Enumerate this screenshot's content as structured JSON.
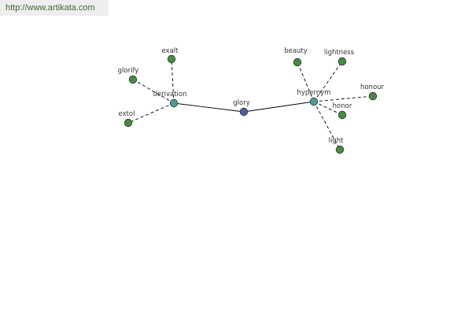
{
  "site": {
    "url": "http://www.artikata.com"
  },
  "colors": {
    "center": "#4a5fa8",
    "relation": "#4f9a99",
    "word": "#4a8a44",
    "node_stroke": "#2a3a2a",
    "edge": "#000000",
    "url_text": "#446633",
    "url_bg": "#eeeeee"
  },
  "graph": {
    "nodes": [
      {
        "id": "glory",
        "label": "glory",
        "kind": "center"
      },
      {
        "id": "derivation",
        "label": "derivation",
        "kind": "relation"
      },
      {
        "id": "hypernym",
        "label": "hypernym",
        "kind": "relation"
      },
      {
        "id": "exalt",
        "label": "exalt",
        "kind": "word"
      },
      {
        "id": "glorify",
        "label": "glorify",
        "kind": "word"
      },
      {
        "id": "extol",
        "label": "extol",
        "kind": "word"
      },
      {
        "id": "beauty",
        "label": "beauty",
        "kind": "word"
      },
      {
        "id": "lightness",
        "label": "lightness",
        "kind": "word"
      },
      {
        "id": "honour",
        "label": "honour",
        "kind": "word"
      },
      {
        "id": "honor",
        "label": "honor",
        "kind": "word"
      },
      {
        "id": "light",
        "label": "light",
        "kind": "word"
      }
    ],
    "edges": [
      {
        "from": "glory",
        "to": "derivation",
        "style": "solid"
      },
      {
        "from": "glory",
        "to": "hypernym",
        "style": "solid"
      },
      {
        "from": "derivation",
        "to": "exalt",
        "style": "dashed"
      },
      {
        "from": "derivation",
        "to": "glorify",
        "style": "dashed"
      },
      {
        "from": "derivation",
        "to": "extol",
        "style": "dashed"
      },
      {
        "from": "hypernym",
        "to": "beauty",
        "style": "dashed"
      },
      {
        "from": "hypernym",
        "to": "lightness",
        "style": "dashed"
      },
      {
        "from": "hypernym",
        "to": "honour",
        "style": "dashed"
      },
      {
        "from": "hypernym",
        "to": "honor",
        "style": "dashed"
      },
      {
        "from": "hypernym",
        "to": "light",
        "style": "dashed"
      }
    ]
  }
}
